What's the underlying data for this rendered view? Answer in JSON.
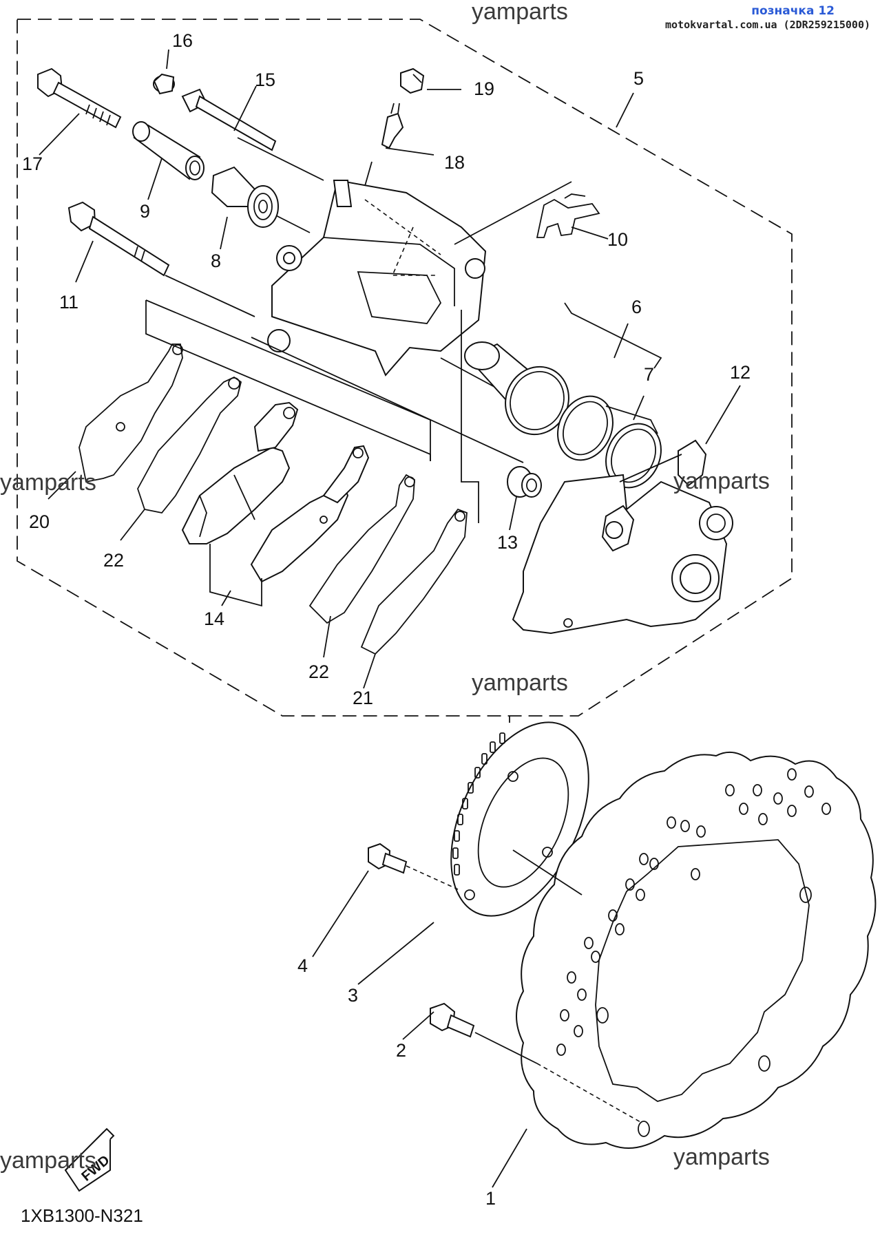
{
  "header": {
    "badge": "позначка 12",
    "source": "motokvartal.com.ua (2DR259215000)"
  },
  "watermark": "yamparts",
  "diagram_code": "1XB1300-N321",
  "fwd_label": "FWD",
  "callouts": [
    "1",
    "2",
    "3",
    "4",
    "5",
    "6",
    "7",
    "8",
    "9",
    "10",
    "11",
    "12",
    "13",
    "14",
    "15",
    "16",
    "17",
    "18",
    "19",
    "20",
    "21",
    "22",
    "22"
  ]
}
